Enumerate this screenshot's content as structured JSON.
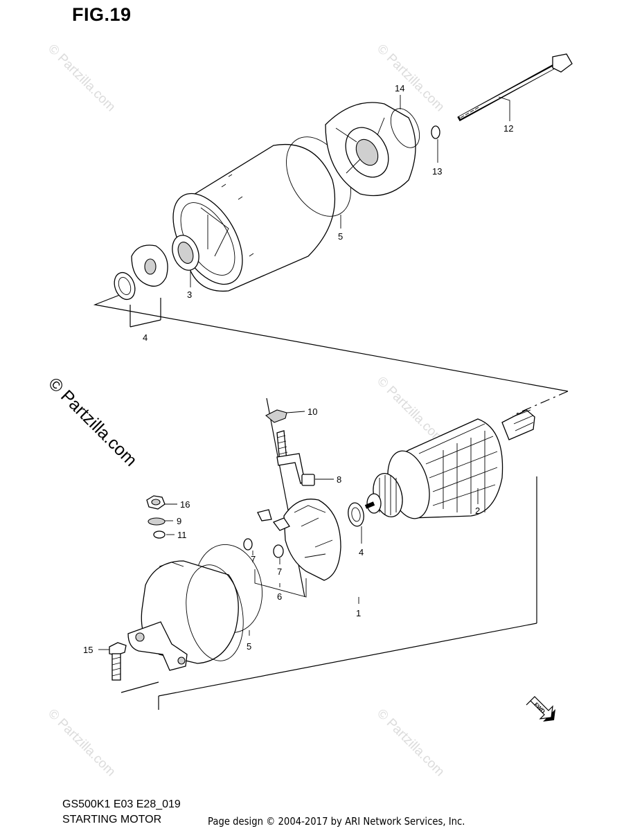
{
  "figure_title": "FIG.19",
  "footer": {
    "code": "GS500K1 E03 E28_019",
    "name": "STARTING MOTOR",
    "credit": "Page design © 2004-2017 by ARI Network Services, Inc."
  },
  "watermark": {
    "small": "© Partzilla.com",
    "large": "© Partzilla.com"
  },
  "fwd_badge": "FWD",
  "part_labels": {
    "p1": "1",
    "p2": "2",
    "p3": "3",
    "p4a": "4",
    "p4b": "4",
    "p5a": "5",
    "p5b": "5",
    "p6": "6",
    "p7a": "7",
    "p7b": "7",
    "p8": "8",
    "p9": "9",
    "p10": "10",
    "p11": "11",
    "p12": "12",
    "p13": "13",
    "p14": "14",
    "p15": "15",
    "p16": "16"
  }
}
